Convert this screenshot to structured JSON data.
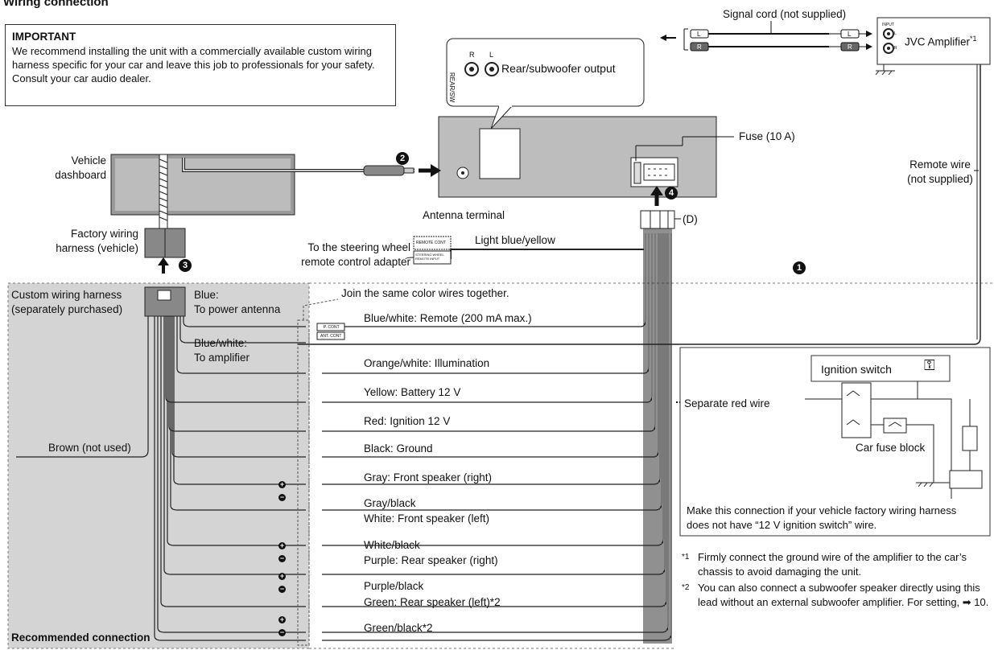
{
  "section_title": "Wiring connection",
  "important": {
    "heading": "IMPORTANT",
    "text": "We recommend installing the unit with a commercially available custom wiring harness specific for your car and leave this job to professionals for your safety. Consult your car audio dealer."
  },
  "labels": {
    "signal_cord": "Signal cord (not supplied)",
    "jvc_amplifier": "JVC Amplifier",
    "jvc_amplifier_note": "*1",
    "rear_sub_output": "Rear/subwoofer output",
    "rear_sw": "REAR/SW",
    "jack_r": "R",
    "jack_l": "L",
    "plug_l": "L",
    "plug_r": "R",
    "amp_input": "INPUT",
    "amp_l": "L",
    "amp_r": "R",
    "fuse": "Fuse (10 A)",
    "remote_wire_1": "Remote wire",
    "remote_wire_2": "(not supplied)",
    "vehicle_dashboard_1": "Vehicle",
    "vehicle_dashboard_2": "dashboard",
    "antenna_terminal": "Antenna terminal",
    "connector_d": "(D)",
    "factory_harness_1": "Factory wiring",
    "factory_harness_2": "harness (vehicle)",
    "steering_1": "To the steering wheel",
    "steering_2": "remote control adapter",
    "light_blue_yellow": "Light blue/yellow",
    "remote_cont_tag": "REMOTE CONT",
    "steering_tag": "STEERING WHEEL REMOTE INPUT",
    "custom_harness_1": "Custom wiring harness",
    "custom_harness_2": "(separately purchased)",
    "blue_1": "Blue:",
    "blue_2": "To power antenna",
    "blue_white_1": "Blue/white:",
    "blue_white_2": "To amplifier",
    "join_note": "Join the same color wires together.",
    "p_cont": "P. CONT",
    "ant_cont": "ANT. CONT",
    "brown": "Brown (not used)",
    "recommended": "Recommended connection"
  },
  "steps": [
    "1",
    "2",
    "3",
    "4"
  ],
  "wires": [
    "Blue/white: Remote (200 mA max.)",
    "Orange/white: Illumination",
    "Yellow: Battery 12 V",
    "Red: Ignition 12 V",
    "Black: Ground",
    "Gray: Front speaker (right)",
    "Gray/black",
    "White: Front speaker (left)",
    "White/black",
    "Purple: Rear speaker (right)",
    "Purple/black",
    "Green: Rear speaker (left)*2",
    "Green/black*2"
  ],
  "polarity": {
    "plus": "+",
    "minus": "−"
  },
  "ignition": {
    "switch_label": "Ignition switch",
    "separate_red": "Separate red wire",
    "fuse_block": "Car fuse block",
    "note": "Make this connection if your vehicle factory wiring harness does not have “12 V ignition switch” wire."
  },
  "footnotes": [
    {
      "mark": "*1",
      "text": "Firmly connect the ground wire of the amplifier to the car’s chassis to avoid damaging the unit."
    },
    {
      "mark": "*2",
      "text": "You can also connect a subwoofer speaker directly using this lead without an external subwoofer amplifier. For setting, ➡ 10."
    }
  ]
}
